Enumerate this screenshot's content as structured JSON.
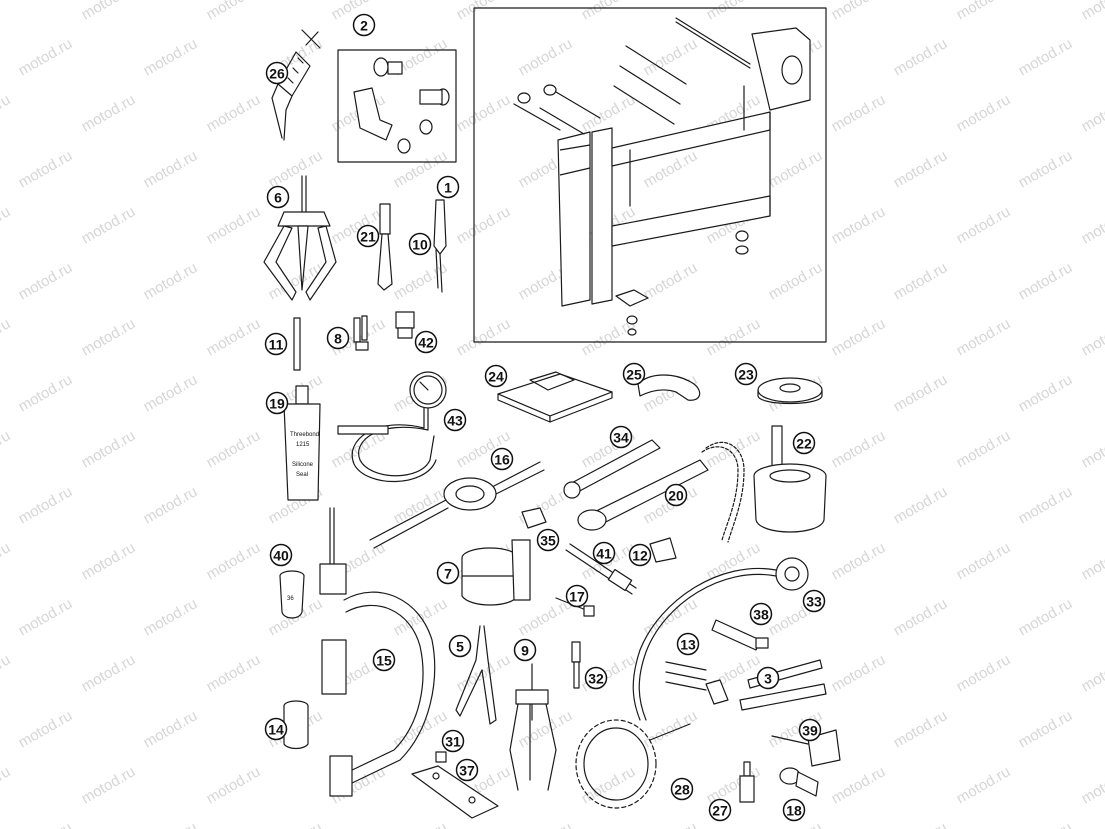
{
  "watermark": {
    "text": "motod.ru"
  },
  "callouts": [
    {
      "id": "c1",
      "label": "1"
    },
    {
      "id": "c2",
      "label": "2"
    },
    {
      "id": "c3",
      "label": "3"
    },
    {
      "id": "c5",
      "label": "5"
    },
    {
      "id": "c6",
      "label": "6"
    },
    {
      "id": "c7",
      "label": "7"
    },
    {
      "id": "c8",
      "label": "8"
    },
    {
      "id": "c9",
      "label": "9"
    },
    {
      "id": "c10",
      "label": "10"
    },
    {
      "id": "c11",
      "label": "11"
    },
    {
      "id": "c12",
      "label": "12"
    },
    {
      "id": "c13",
      "label": "13"
    },
    {
      "id": "c14",
      "label": "14"
    },
    {
      "id": "c15",
      "label": "15"
    },
    {
      "id": "c16",
      "label": "16"
    },
    {
      "id": "c17",
      "label": "17"
    },
    {
      "id": "c18",
      "label": "18"
    },
    {
      "id": "c19",
      "label": "19"
    },
    {
      "id": "c20",
      "label": "20"
    },
    {
      "id": "c21",
      "label": "21"
    },
    {
      "id": "c22",
      "label": "22"
    },
    {
      "id": "c23",
      "label": "23"
    },
    {
      "id": "c24",
      "label": "24"
    },
    {
      "id": "c25",
      "label": "25"
    },
    {
      "id": "c26",
      "label": "26"
    },
    {
      "id": "c27",
      "label": "27"
    },
    {
      "id": "c28",
      "label": "28"
    },
    {
      "id": "c31",
      "label": "31"
    },
    {
      "id": "c32",
      "label": "32"
    },
    {
      "id": "c33",
      "label": "33"
    },
    {
      "id": "c34",
      "label": "34"
    },
    {
      "id": "c35",
      "label": "35"
    },
    {
      "id": "c37",
      "label": "37"
    },
    {
      "id": "c38",
      "label": "38"
    },
    {
      "id": "c39",
      "label": "39"
    },
    {
      "id": "c40",
      "label": "40"
    },
    {
      "id": "c41",
      "label": "41"
    },
    {
      "id": "c42",
      "label": "42"
    },
    {
      "id": "c43",
      "label": "43"
    }
  ],
  "part_labels": {
    "socket_size": "36",
    "tube_brand": "Threebond",
    "tube_code": "1215",
    "tube_text_1": "Silicone",
    "tube_text_2": "Seal"
  }
}
